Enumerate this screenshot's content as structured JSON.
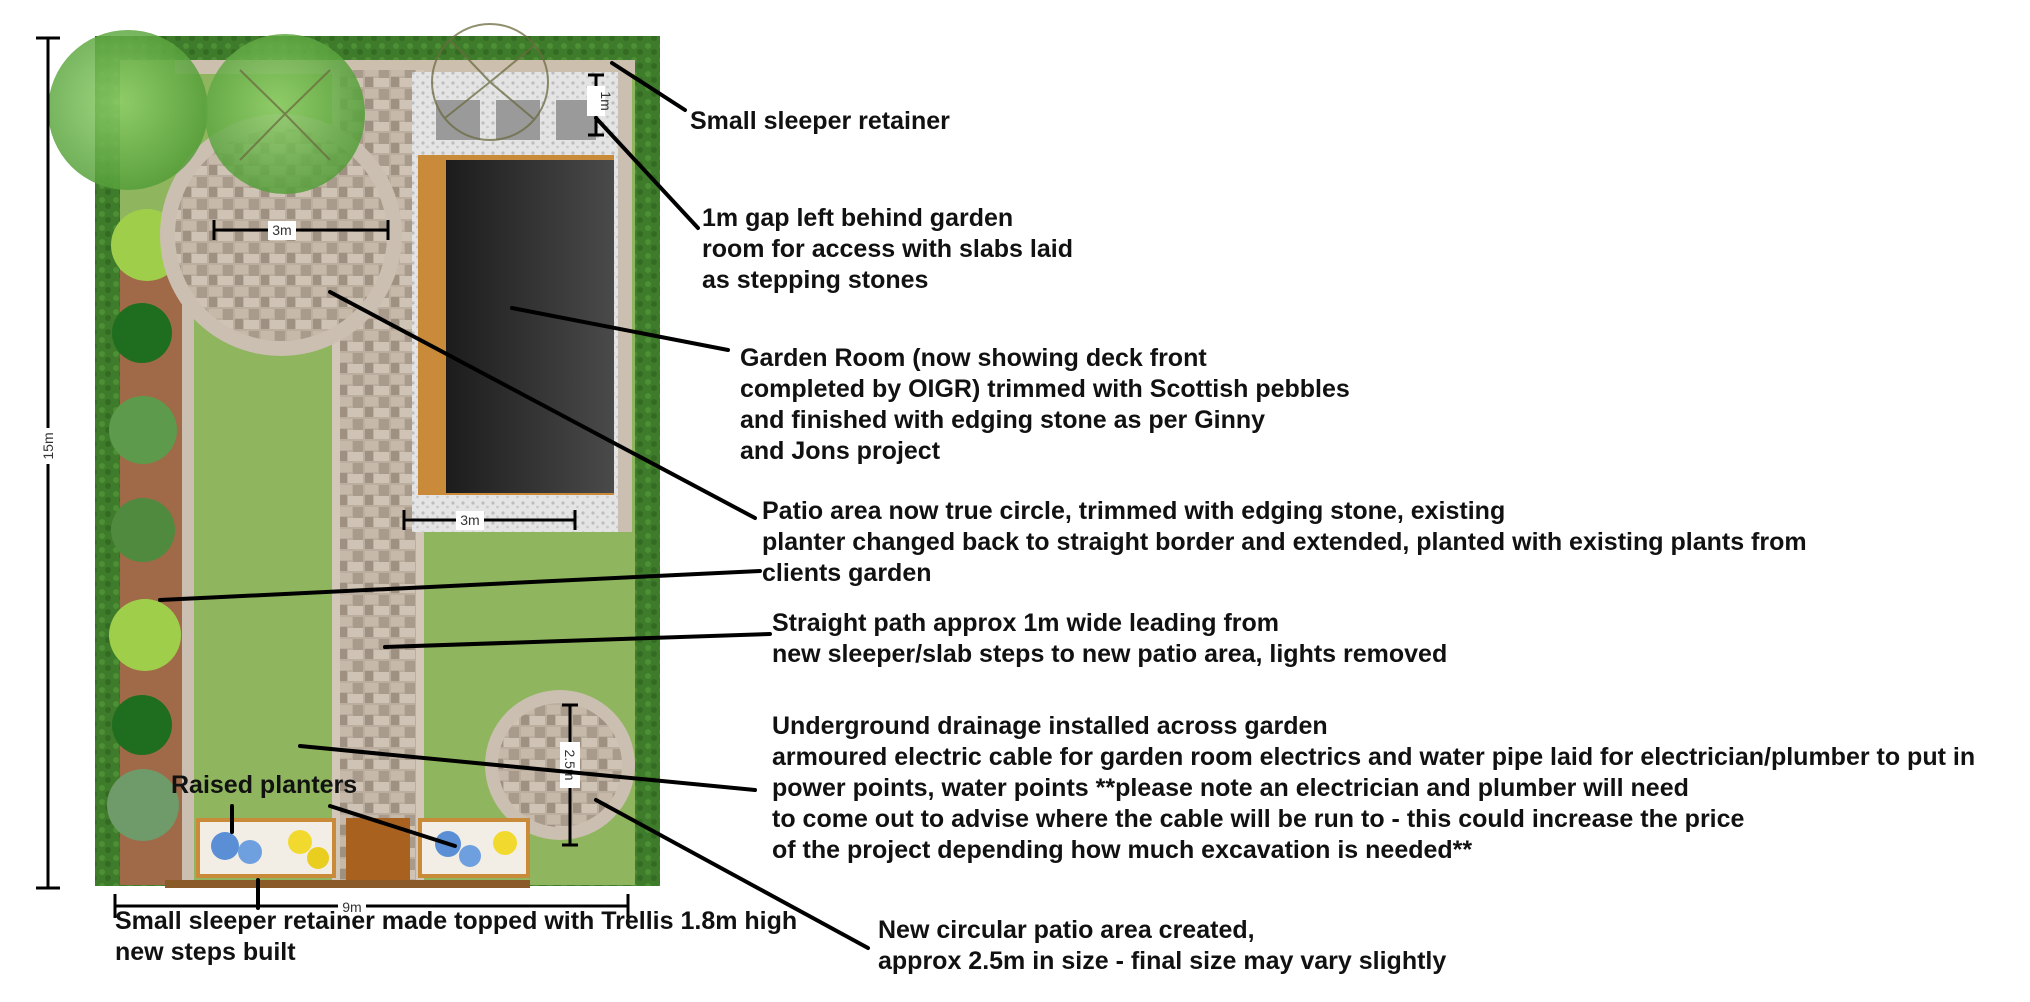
{
  "colors": {
    "lawn": "#8fb55e",
    "hedge": "#3f7d2a",
    "paving": "#b8ab9c",
    "edging": "#cbbfb1",
    "garden_room": "#2a2a2a",
    "decking": "#c98a3a",
    "border_soil": "#a06a48",
    "pebbles": "#dedede",
    "leader": "#000000"
  },
  "dimensions": {
    "overall_height": "15m",
    "overall_width": "9m",
    "top_patio": "3m",
    "room_width": "3m",
    "rear_gap": "1m",
    "small_patio": "2.5m"
  },
  "notes": {
    "sleeper_retainer": [
      "Small sleeper retainer"
    ],
    "rear_gap": [
      "1m gap left behind garden",
      "room for access with slabs laid",
      "as stepping stones"
    ],
    "garden_room": [
      "Garden Room (now showing deck front",
      "completed by OIGR) trimmed with Scottish pebbles",
      "and finished with edging stone as per Ginny",
      "and Jons project"
    ],
    "patio": [
      "Patio area now true circle, trimmed with edging stone, existing",
      "planter changed back to straight border and extended, planted with existing plants from",
      "clients garden"
    ],
    "path": [
      "Straight path approx 1m wide leading from",
      "new sleeper/slab steps to new patio area, lights removed"
    ],
    "drainage": [
      "Underground drainage installed across garden",
      "armoured electric cable for garden room electrics and water pipe laid for electrician/plumber to put in",
      "power points, water points **please note an electrician and plumber will need",
      "to come out to advise where the cable will be run to - this could increase the price",
      "of the project depending how much excavation is needed**"
    ],
    "raised_planters": [
      "Raised planters"
    ],
    "trellis": [
      "Small sleeper retainer made topped with Trellis 1.8m high",
      "new steps built"
    ],
    "circular_patio": [
      "New circular patio area created,",
      "approx 2.5m in size - final size may vary slightly"
    ]
  }
}
